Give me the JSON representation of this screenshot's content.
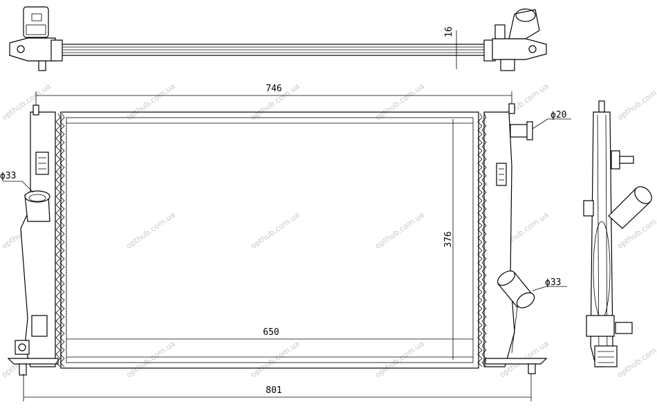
{
  "dimensions": {
    "overall_width": "801",
    "core_width": "746",
    "core_height": "376",
    "core_inner_width": "650",
    "thickness": "16"
  },
  "diameters": {
    "left_inlet": "ϕ33",
    "right_outlet": "ϕ33",
    "small_pipe": "ϕ20"
  },
  "watermark": "opthub.com.ua"
}
